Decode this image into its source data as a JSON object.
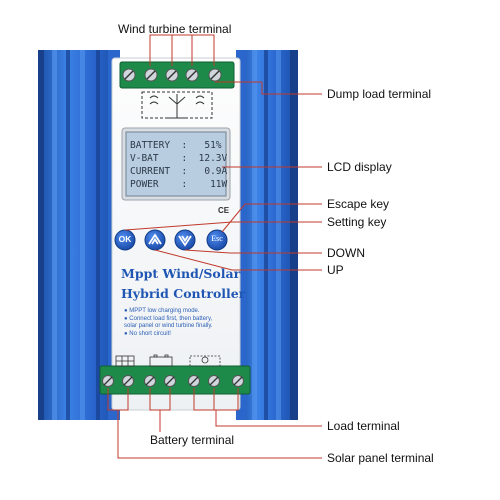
{
  "callouts": {
    "wind_turbine_terminal": "Wind turbine terminal",
    "dump_load_terminal": "Dump load terminal",
    "lcd_display": "LCD display",
    "escape_key": "Escape key",
    "setting_key": "Setting key",
    "down": "DOWN",
    "up": "UP",
    "load_terminal": "Load terminal",
    "battery_terminal": "Battery terminal",
    "solar_panel_terminal": "Solar panel terminal"
  },
  "lcd": {
    "line1": "BATTERY  :   51%",
    "line2": "V-BAT    :  12.3V",
    "line3": "CURRENT  :   0.9A",
    "line4": "POWER    :    11W"
  },
  "keys": {
    "ok": "OK",
    "esc": "Esc"
  },
  "panel": {
    "title_line1": "Mppt Wind/Solar",
    "title_line2": "Hybrid Controller",
    "notes": [
      "● MPPT low charging mode.",
      "● Connect load first, then battery,",
      "   solar panel or wind turbine finally.",
      "● No short circuit!"
    ],
    "certification": "CE"
  },
  "colors": {
    "housing_blue": "#2d6fd8",
    "housing_dark": "#1b4fa8",
    "terminal_green": "#1d8a4a",
    "lcd_bg": "#b9cde0",
    "callout_line": "#c0392b",
    "key_blue": "#1f5cc2"
  }
}
